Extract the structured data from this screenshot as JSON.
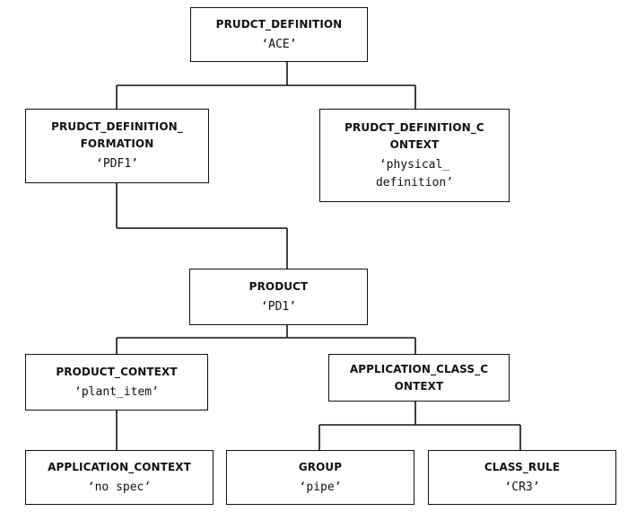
{
  "nodes": {
    "product_definition": {
      "title": "PRUDCT_DEFINITION",
      "value": "‘ACE’"
    },
    "product_definition_formation": {
      "title": "PRUDCT_DEFINITION_\nFORMATION",
      "value": "‘PDF1’"
    },
    "product_definition_context": {
      "title": "PRUDCT_DEFINITION_C\nONTEXT",
      "value": "‘physical_\ndefinition’"
    },
    "product": {
      "title": "PRODUCT",
      "value": "‘PD1’"
    },
    "product_context": {
      "title": "PRODUCT_CONTEXT",
      "value": "‘plant_item’"
    },
    "application_class_context": {
      "title": "APPLICATION_CLASS_C\nONTEXT",
      "value": ""
    },
    "application_context": {
      "title": "APPLICATION_CONTEXT",
      "value": "‘no spec’"
    },
    "group": {
      "title": "GROUP",
      "value": "‘pipe’"
    },
    "class_rule": {
      "title": "CLASS_RULE",
      "value": "‘CR3’"
    }
  }
}
